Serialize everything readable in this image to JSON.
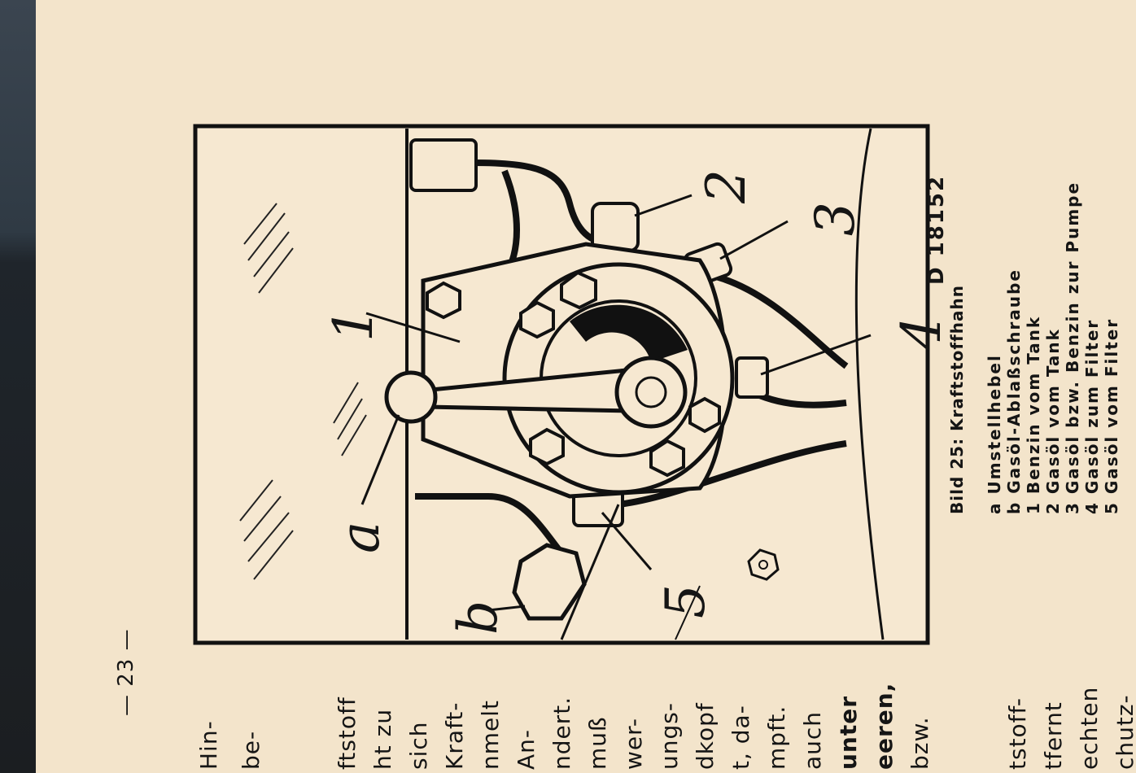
{
  "page_number": "— 23 —",
  "figure": {
    "drawing_id": "D 18152",
    "labels": {
      "a": "a",
      "b": "b",
      "n1": "1",
      "n2": "2",
      "n3": "3",
      "n4": "4",
      "n5": "5"
    }
  },
  "caption": {
    "title": "Bild 25: Kraftstoffhahn",
    "legend": [
      "a Umstellhebel",
      "b Gasöl-Ablaßschraube",
      "1 Benzin vom Tank",
      "2 Gasöl vom Tank",
      "3 Gasöl bzw. Benzin zur Pumpe",
      "4 Gasöl zum Filter",
      "5 Gasöl vom Filter"
    ]
  },
  "body_text": {
    "column1": [
      "Hin-",
      "be-",
      "",
      "ftstoff",
      "ht zu",
      "sich",
      "Kraft-",
      "nmelt",
      "An-",
      "ndert.",
      "muß",
      "wer-",
      "ungs-",
      "dkopf",
      "t, da-",
      "mpft.",
      "auch",
      "unter",
      "eeren,",
      "bzw."
    ],
    "column2": [
      "tstoff-",
      "tfernt",
      "echten",
      "chutz-"
    ]
  }
}
